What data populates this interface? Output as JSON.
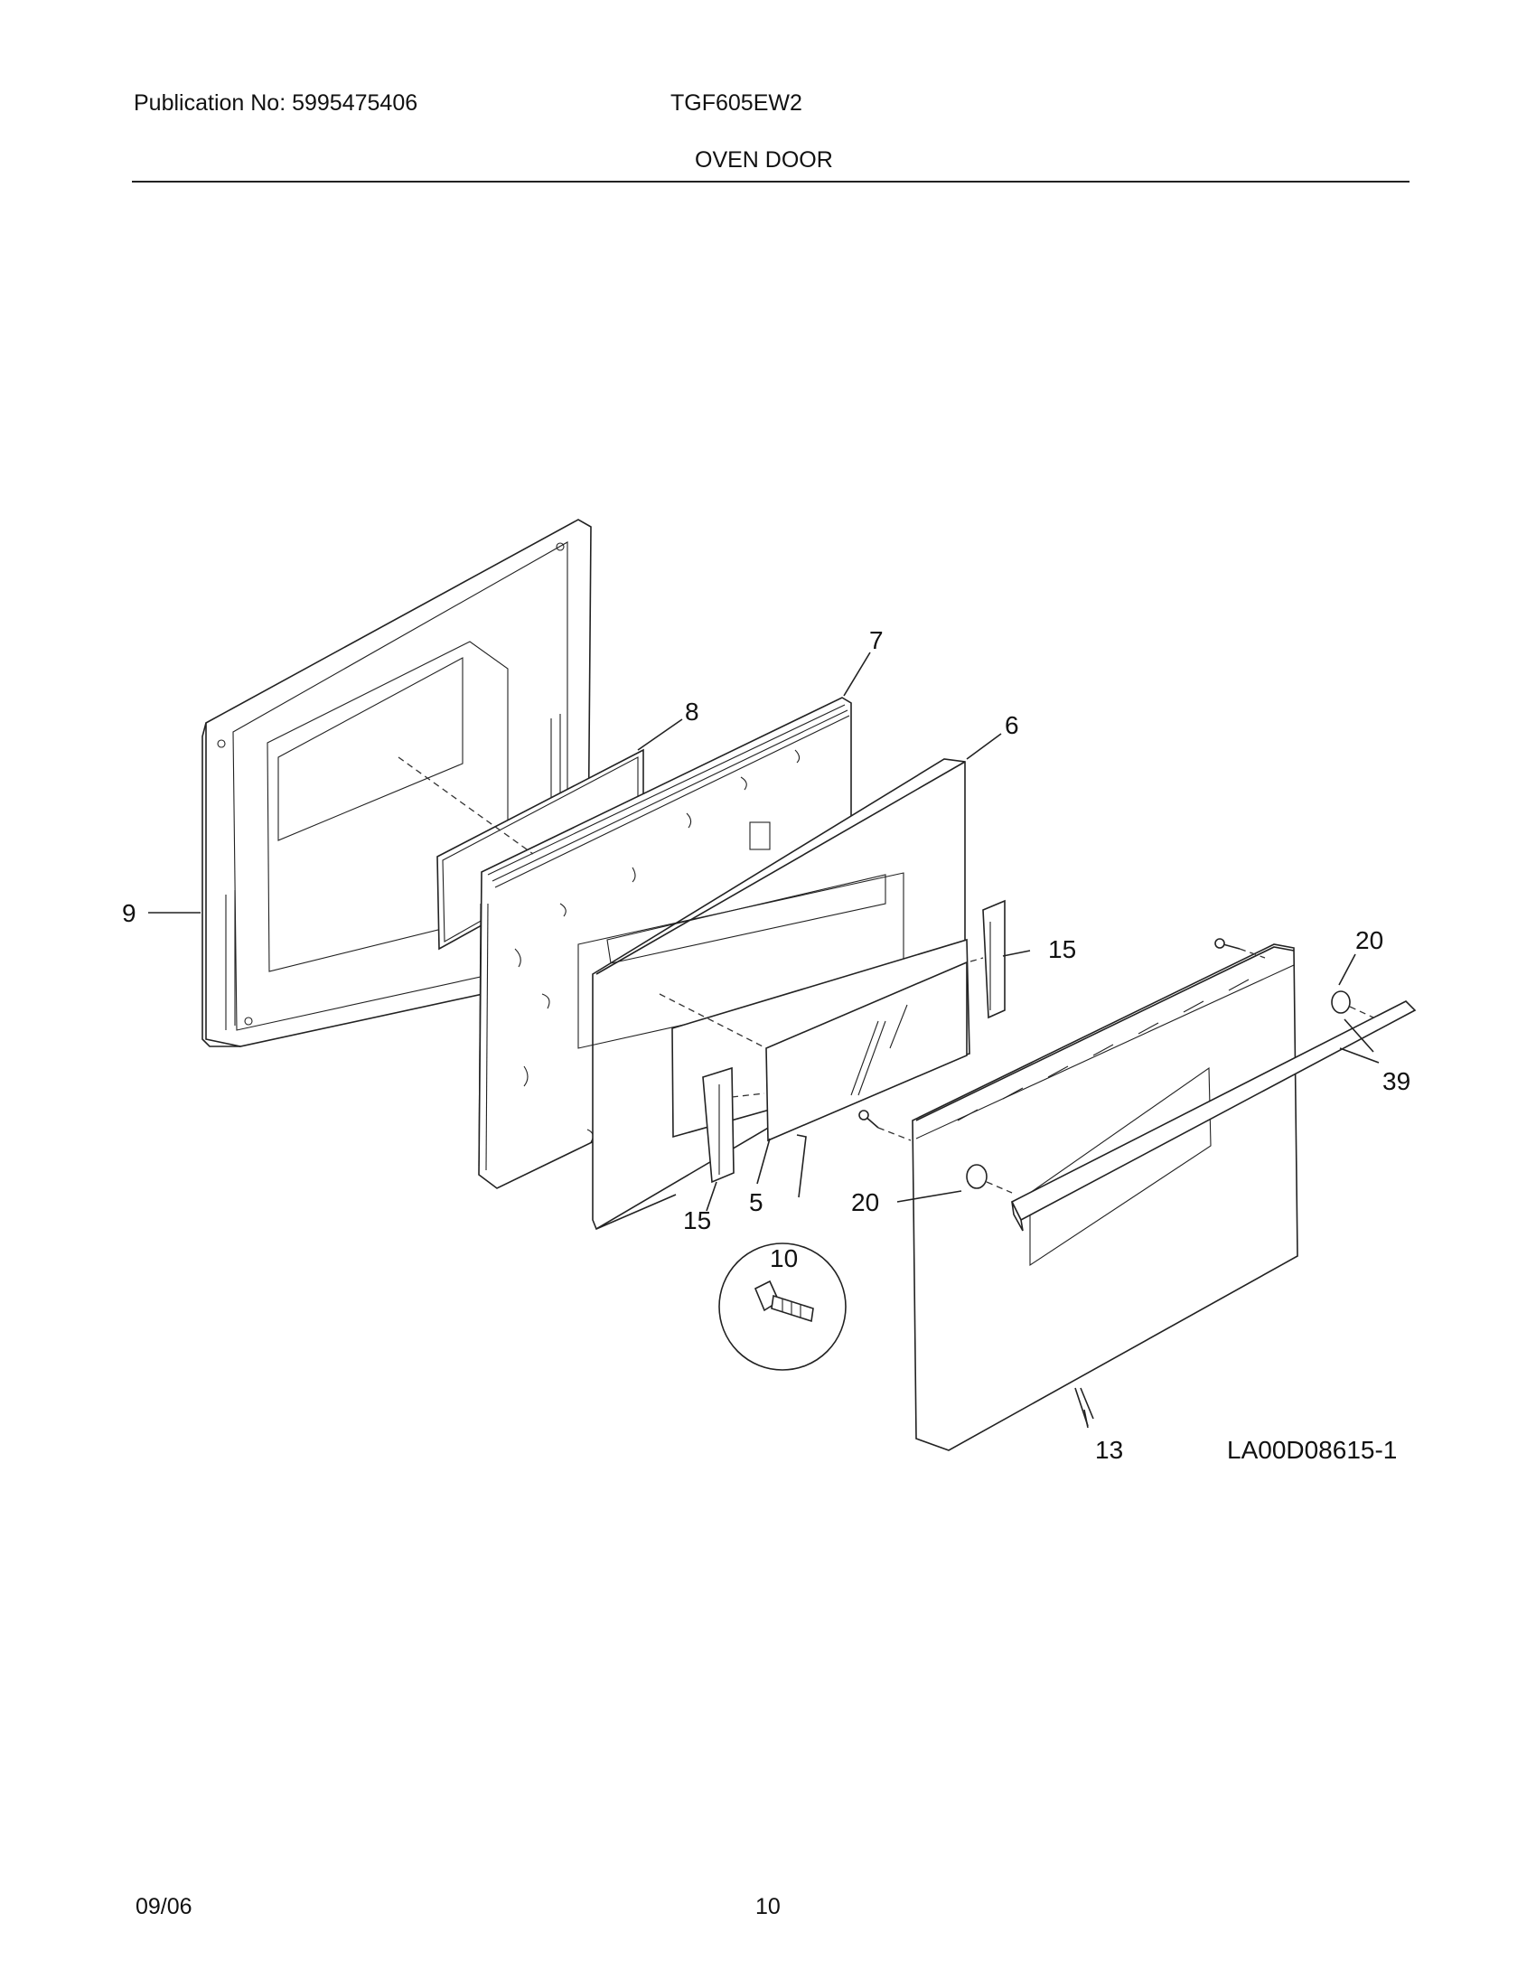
{
  "header": {
    "publication": "Publication No: 5995475406",
    "model": "TGF605EW2",
    "section_title": "OVEN DOOR"
  },
  "diagram": {
    "callouts": {
      "c7": "7",
      "c8": "8",
      "c6": "6",
      "c9": "9",
      "c15a": "15",
      "c20a": "20",
      "c39": "39",
      "c15b": "15",
      "c5": "5",
      "c20b": "20",
      "c10": "10",
      "c13": "13"
    },
    "drawing_id": "LA00D08615-1"
  },
  "footer": {
    "date": "09/06",
    "page": "10"
  }
}
